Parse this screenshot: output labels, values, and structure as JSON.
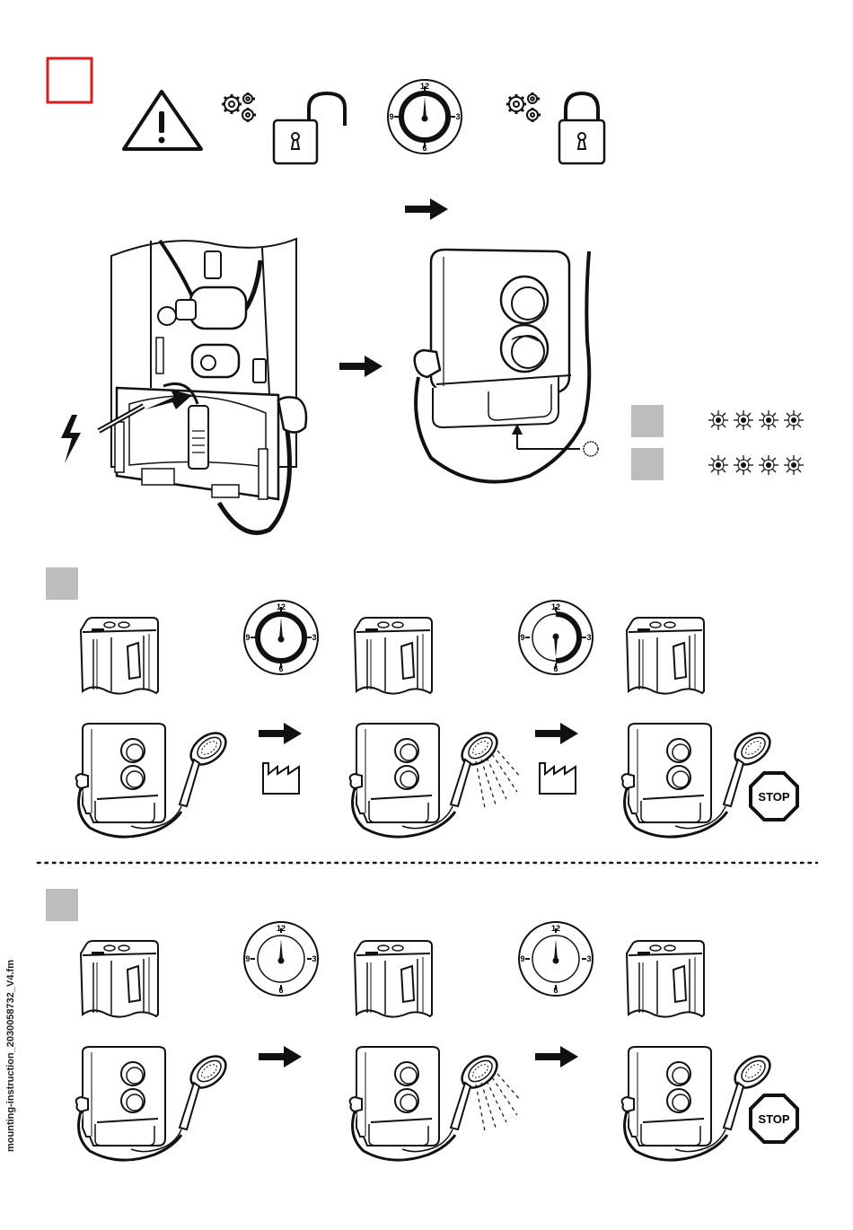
{
  "document": {
    "side_label": "mounting-instruction_2030058732_V4.fm"
  },
  "clock": {
    "labels": [
      "12",
      "3",
      "6",
      "9"
    ]
  },
  "stop_sign": {
    "label": "STOP"
  },
  "colors": {
    "warning_marker": "#d81e1e",
    "section_marker": "#bdbdbd",
    "ink": "#111111"
  },
  "icons": {
    "warning": "warning-triangle-icon",
    "settings": "gears-icon",
    "unlocked": "padlock-open-icon",
    "locked": "padlock-closed-icon",
    "timer": "clock-icon",
    "power": "lightning-icon",
    "arrow": "arrow-right-icon",
    "factory": "factory-icon",
    "stop": "stop-sign-icon",
    "blink": "blinking-led-icon"
  }
}
